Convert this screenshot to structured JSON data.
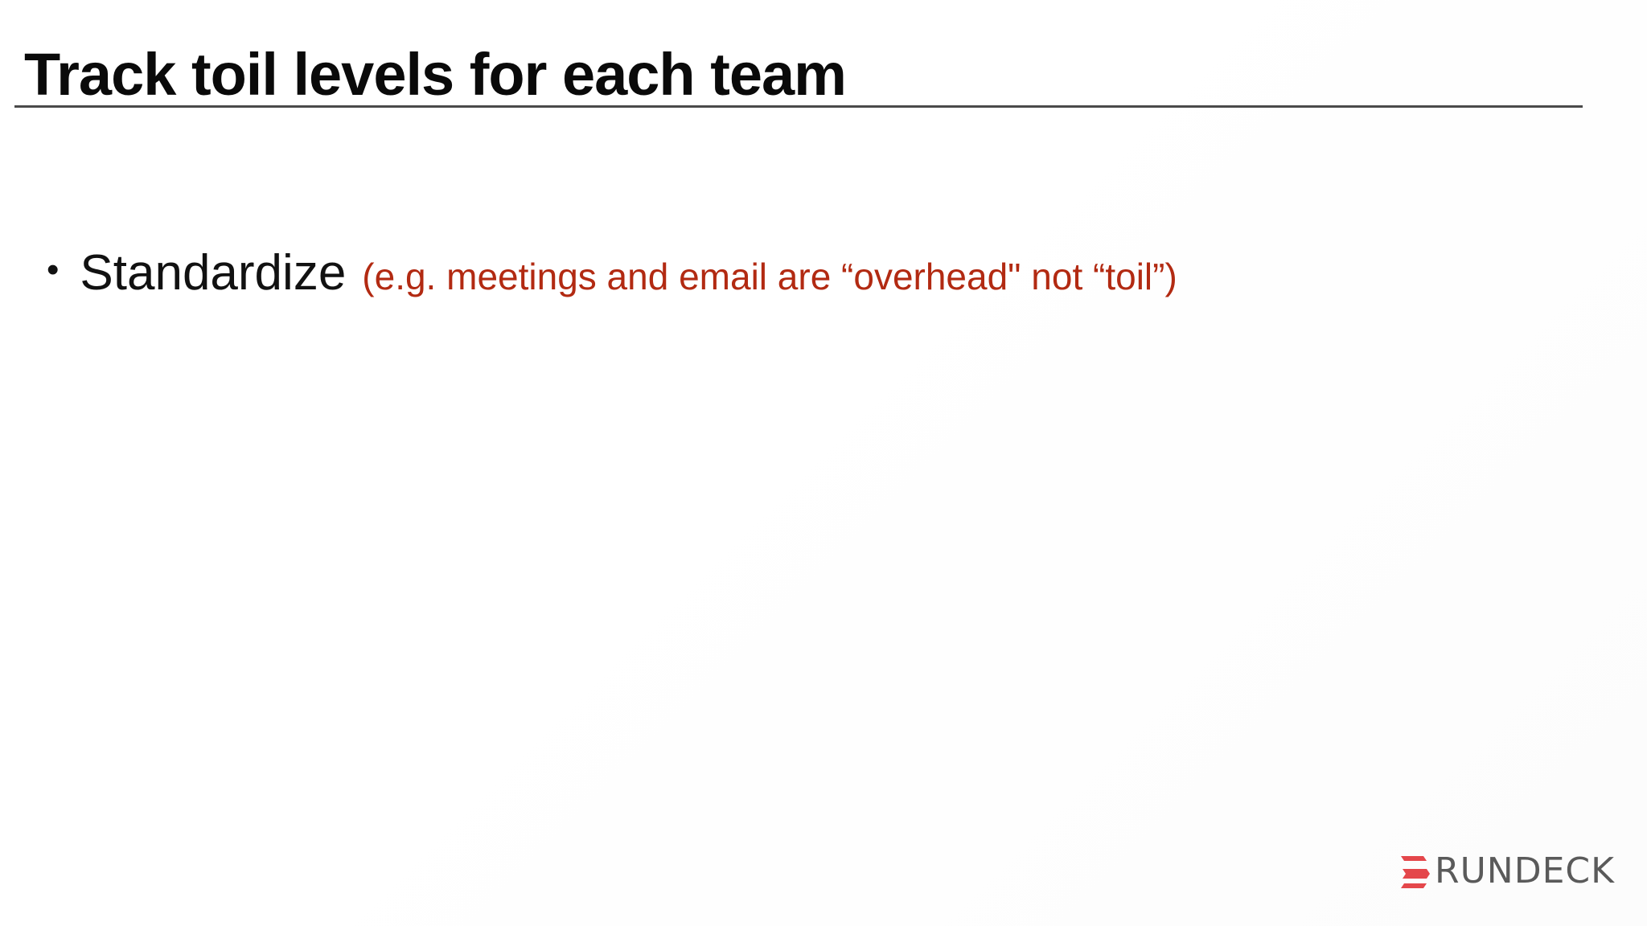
{
  "slide": {
    "title": "Track toil levels for each team",
    "bullets": [
      {
        "marker": "•",
        "text": "Standardize",
        "note": "(e.g. meetings and email are “overhead\" not “toil”)"
      }
    ]
  },
  "logo": {
    "icon": "rundeck-e-mark-icon",
    "text": "RUNDECK",
    "mark_color": "#e4474b",
    "text_color": "#5a5a5a"
  },
  "colors": {
    "title": "#0a0a0a",
    "rule": "#4a4a4a",
    "bullet_text": "#111111",
    "note_text": "#b22a12",
    "background": "#ffffff"
  }
}
